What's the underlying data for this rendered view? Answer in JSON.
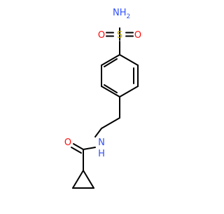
{
  "molecule": {
    "atoms": {
      "nh2": "NH",
      "nh2_subscript": "2",
      "sulfur": "S",
      "oxygen_left": "O",
      "oxygen_right": "O",
      "amide_nitrogen": "N",
      "amide_hydrogen": "H",
      "carbonyl_oxygen": "O"
    },
    "colors": {
      "bond": "#000000",
      "nitrogen": "#3050F8",
      "oxygen": "#FF0D0D",
      "sulfur": "#C8B400"
    }
  }
}
